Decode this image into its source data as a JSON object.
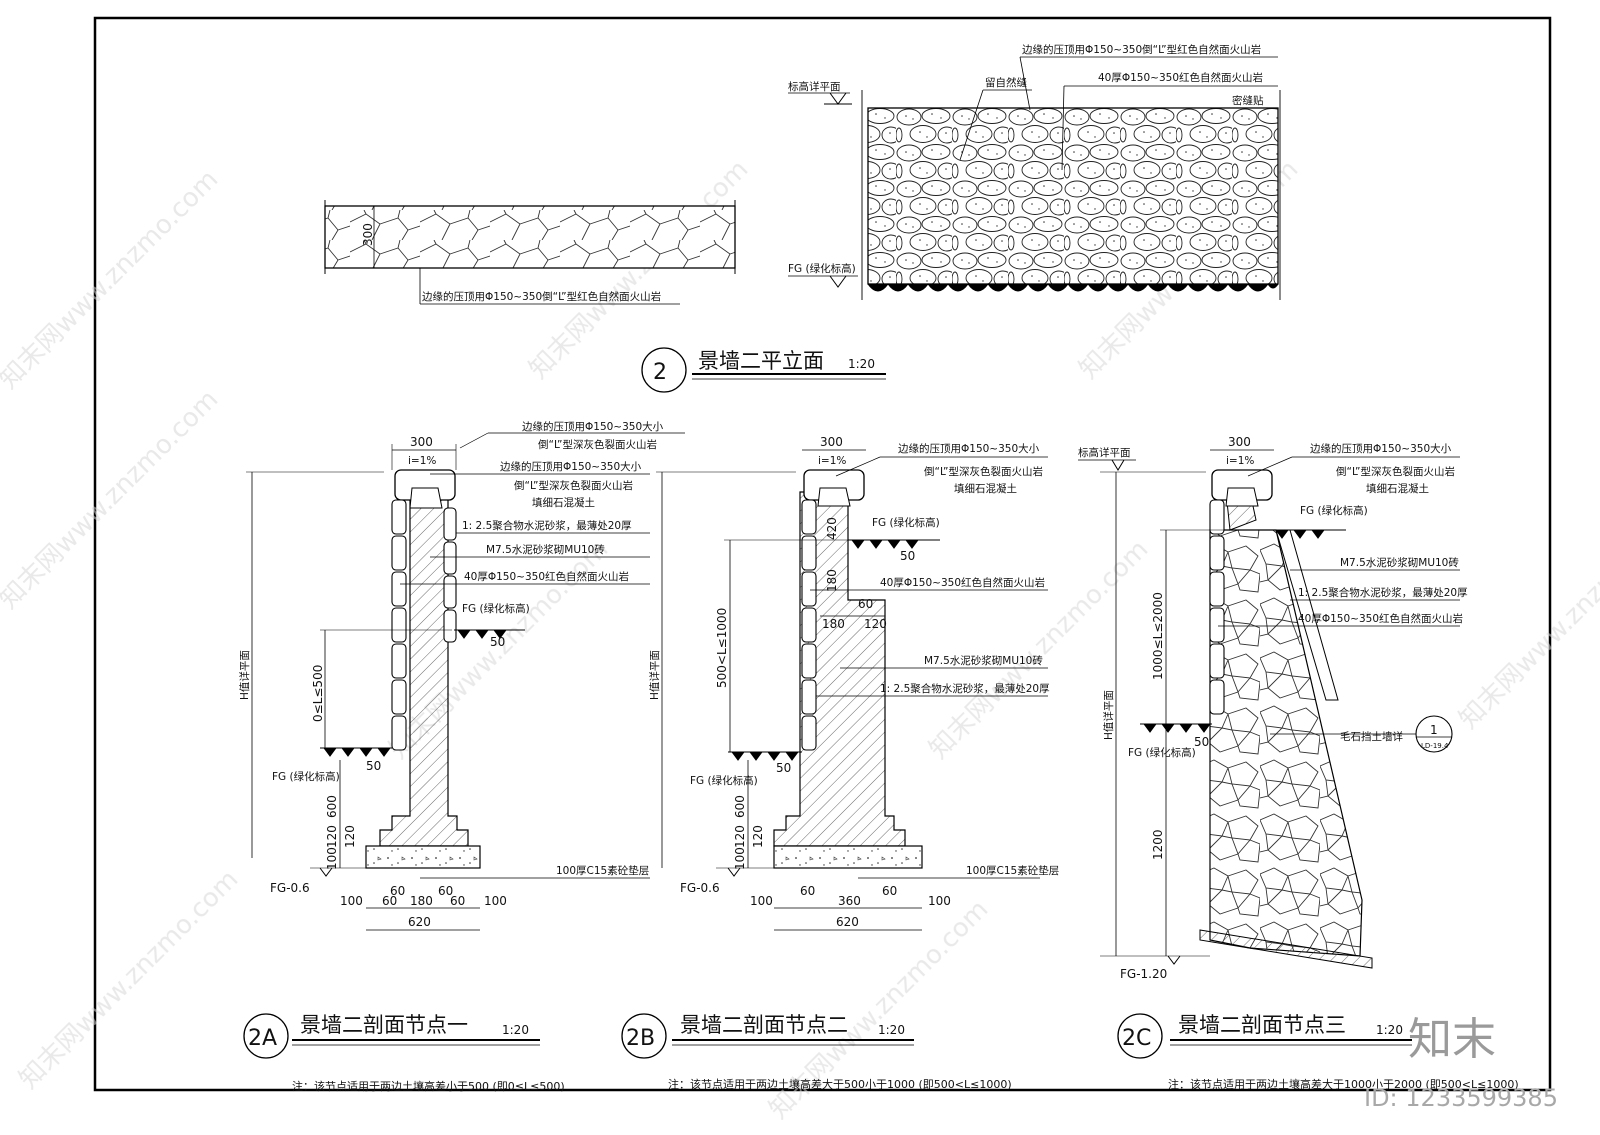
{
  "drawing": {
    "plan": {
      "title": "景墙二平立面",
      "scale": "1:20",
      "number": "2",
      "left_dim": "300",
      "left_note": "边缘的压顶用Φ150~350倒“L”型红色自然面火山岩",
      "top_label_level": "标高详平面",
      "callout_1": "边缘的压顶用Φ150~350倒“L”型红色自然面火山岩",
      "callout_2": "留自然缝",
      "callout_3": "40厚Φ150~350红色自然面火山岩",
      "callout_4": "密缝贴",
      "fg_label": "FG (绿化标高)"
    },
    "section_a": {
      "number": "2A",
      "title": "景墙二剖面节点一",
      "scale": "1:20",
      "note": "注：该节点适用于两边土壤高差小于500 (即0≤L≤500)",
      "top_dim": "300",
      "slope": "i=1%",
      "c1a": "边缘的压顶用Φ150~350大小",
      "c1b": "倒“L”型深灰色裂面火山岩",
      "c2a": "边缘的压顶用Φ150~350大小",
      "c2b": "倒“L”型深灰色裂面火山岩",
      "c2c": "填细石混凝土",
      "c3": "1: 2.5聚合物水泥砂浆，最薄处20厚",
      "c4": "M7.5水泥砂浆砌MU10砖",
      "c5": "40厚Φ150~350红色自然面火山岩",
      "fg_top": "FG (绿化标高)",
      "fg_bottom": "FG (绿化标高)",
      "dim_50_a": "50",
      "dim_50_b": "50",
      "l_range": "0≤L≤500",
      "h_label": "H值详平面",
      "dim_600": "600",
      "dim_120a": "120",
      "dim_120b": "120",
      "dim_100v": "100",
      "fg_level": "FG-0.6",
      "base": "100厚C15素砼垫层",
      "bd_100a": "100",
      "bd_60a": "60",
      "bd_60top": "60",
      "bd_180": "180",
      "bd_60b": "60",
      "bd_60top2": "60",
      "bd_100b": "100",
      "bd_620": "620"
    },
    "section_b": {
      "number": "2B",
      "title": "景墙二剖面节点二",
      "scale": "1:20",
      "note": "注：该节点适用于两边土壤高差大于500小于1000 (即500<L≤1000)",
      "top_dim": "300",
      "slope": "i=1%",
      "c1a": "边缘的压顶用Φ150~350大小",
      "c1b": "倒“L”型深灰色裂面火山岩",
      "c1c": "填细石混凝土",
      "fg_top": "FG (绿化标高)",
      "dim_420": "420",
      "dim_180v": "180",
      "dim_60": "60",
      "c5": "40厚Φ150~350红色自然面火山岩",
      "dim_180h": "180",
      "dim_120h": "120",
      "c4": "M7.5水泥砂浆砌MU10砖",
      "c3": "1: 2.5聚合物水泥砂浆，最薄处20厚",
      "l_range": "500<L≤1000",
      "h_label": "H值详平面",
      "fg_bottom": "FG (绿化标高)",
      "dim_50_a": "50",
      "dim_50_b": "50",
      "dim_600": "600",
      "dim_120a": "120",
      "dim_120b": "120",
      "dim_100v": "100",
      "fg_level": "FG-0.6",
      "base": "100厚C15素砼垫层",
      "bd_100a": "100",
      "bd_60a": "60",
      "bd_360": "360",
      "bd_60b": "60",
      "bd_100b": "100",
      "bd_620": "620"
    },
    "section_c": {
      "number": "2C",
      "title": "景墙二剖面节点三",
      "scale": "1:20",
      "note": "注：该节点适用于两边土壤高差大于1000小于2000 (即500<L≤1000)",
      "top_dim": "300",
      "slope": "i=1%",
      "level_label": "标高详平面",
      "c1a": "边缘的压顶用Φ150~350大小",
      "c1b": "倒“L”型深灰色裂面火山岩",
      "c1c": "填细石混凝土",
      "fg_top": "FG (绿化标高)",
      "c4": "M7.5水泥砂浆砌MU10砖",
      "c3": "1: 2.5聚合物水泥砂浆，最薄处20厚",
      "c5": "40厚Φ150~350红色自然面火山岩",
      "l_range": "1000≤L≤2000",
      "h_label": "H值详平面",
      "retaining": "毛石挡土墙详",
      "ref_num": "1",
      "ref_sheet": "LD-19.4",
      "fg_bottom": "FG (绿化标高)",
      "dim_50": "50",
      "dim_1200": "1200",
      "fg_level": "FG-1.20"
    },
    "branding": {
      "logo_text": "知末",
      "id_text": "ID: 1233599385",
      "watermark": "知末网www.znzmo.com"
    }
  }
}
